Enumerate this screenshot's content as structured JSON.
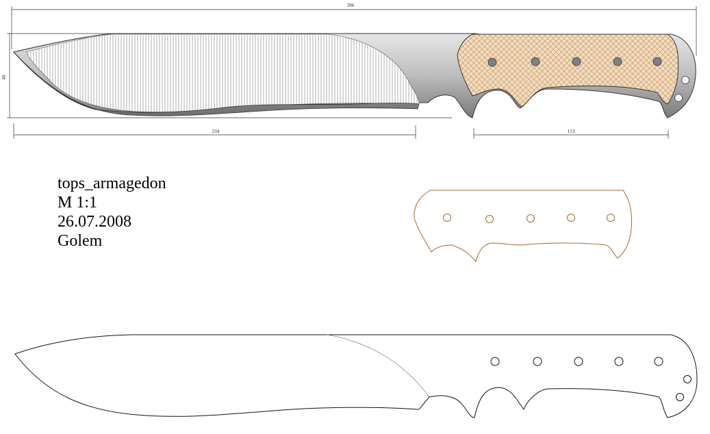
{
  "dimensions": {
    "overall_length": "396",
    "blade_height": "49",
    "blade_length": "234",
    "handle_length": "113"
  },
  "info": {
    "model": "tops_armagedon",
    "scale": "M 1:1",
    "date": "26.07.2008",
    "author": "Golem"
  },
  "colors": {
    "outline": "#333333",
    "steel_light": "#d9d9d9",
    "steel_dark": "#8c8c8c",
    "handle_fill": "#f3dcc0",
    "handle_weave": "#c79a66",
    "scale_outline": "#a0692a",
    "pin": "#808080"
  }
}
